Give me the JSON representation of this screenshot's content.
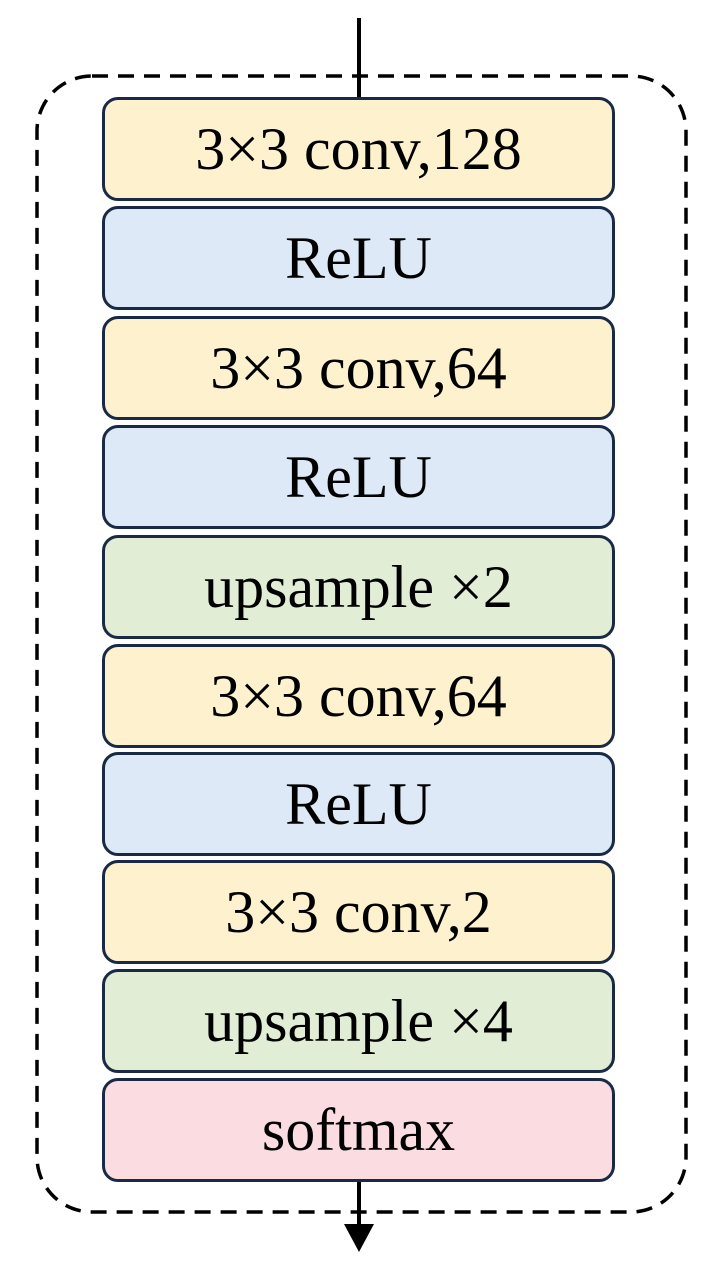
{
  "diagram": {
    "layers": [
      {
        "label": "3×3 conv,128",
        "kind": "conv"
      },
      {
        "label": "ReLU",
        "kind": "relu"
      },
      {
        "label": "3×3 conv,64",
        "kind": "conv"
      },
      {
        "label": "ReLU",
        "kind": "relu"
      },
      {
        "label": "upsample ×2",
        "kind": "upsample"
      },
      {
        "label": "3×3 conv,64",
        "kind": "conv"
      },
      {
        "label": "ReLU",
        "kind": "relu"
      },
      {
        "label": "3×3 conv,2",
        "kind": "conv"
      },
      {
        "label": "upsample ×4",
        "kind": "upsample"
      },
      {
        "label": "softmax",
        "kind": "softmax"
      }
    ],
    "colors": {
      "conv": "#fdf2cd",
      "relu": "#dde9f6",
      "upsample": "#e2edd6",
      "softmax": "#fbdde1",
      "border": "#1b2a44",
      "outline": "#000000"
    }
  }
}
